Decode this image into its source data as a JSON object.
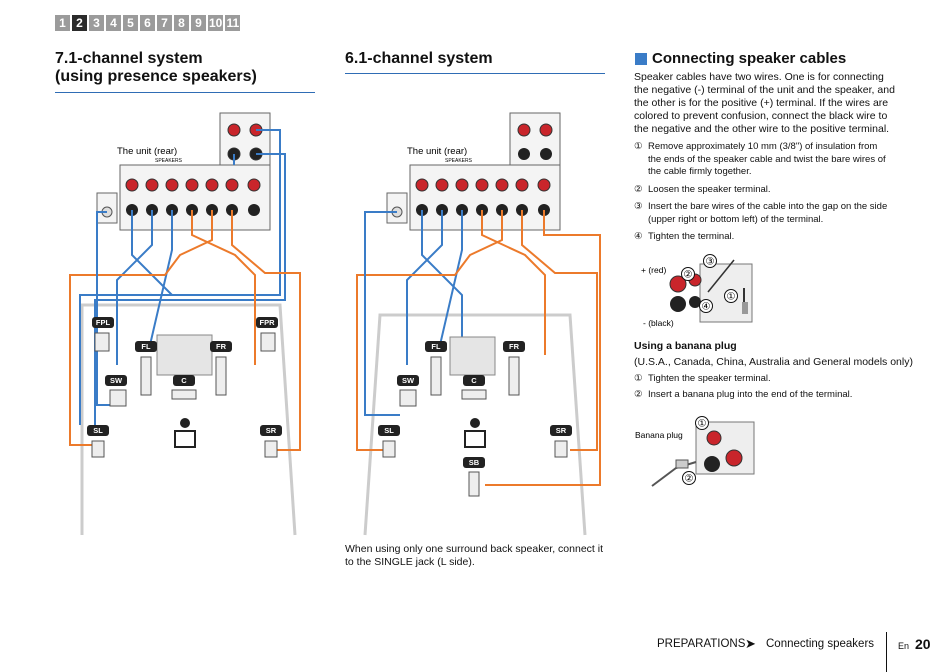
{
  "nav": {
    "tabs": [
      "1",
      "2",
      "3",
      "4",
      "5",
      "6",
      "7",
      "8",
      "9",
      "10",
      "11"
    ],
    "active_index": 1
  },
  "section_71": {
    "title_line1": "7.1-channel system",
    "title_line2": "(using presence speakers)",
    "unit_label": "The unit (rear)",
    "speakers_label": "SPEAKERS",
    "labels": [
      "FPL",
      "FPR",
      "FL",
      "FR",
      "SW",
      "C",
      "SL",
      "SR"
    ]
  },
  "section_61": {
    "title": "6.1-channel system",
    "unit_label": "The unit (rear)",
    "speakers_label": "SPEAKERS",
    "labels": [
      "FL",
      "FR",
      "SW",
      "C",
      "SL",
      "SR",
      "SB"
    ],
    "note_line1": "When using only one surround back speaker, connect it",
    "note_line2": "to the SINGLE jack (L side)."
  },
  "cables": {
    "title": "Connecting speaker cables",
    "intro_lines": [
      "Speaker cables have two wires. One is for connecting",
      "the negative (-) terminal of the unit and the speaker, and",
      "the other is for the positive (+) terminal. If the wires are",
      "colored to prevent confusion, connect the black wire to",
      "the negative and the other wire to the positive terminal."
    ],
    "steps": [
      {
        "num": "①",
        "lines": [
          "Remove approximately 10 mm (3/8\") of insulation from",
          "the ends of the speaker cable and twist the bare wires of",
          "the cable firmly together."
        ]
      },
      {
        "num": "②",
        "lines": [
          "Loosen the speaker terminal."
        ]
      },
      {
        "num": "③",
        "lines": [
          "Insert the bare wires of the cable into the gap on the side",
          "(upper right or bottom left) of the terminal."
        ]
      },
      {
        "num": "④",
        "lines": [
          "Tighten the terminal."
        ]
      }
    ],
    "fig1": {
      "red_label": "+ (red)",
      "black_label": "- (black)",
      "n1": "①",
      "n2": "②",
      "n3": "③",
      "n4": "④"
    },
    "banana": {
      "title": "Using a banana plug",
      "models": "(U.S.A., Canada, China, Australia and General models only)",
      "steps": [
        {
          "num": "①",
          "text": "Tighten the speaker terminal."
        },
        {
          "num": "②",
          "text": "Insert a banana plug into the end of the terminal."
        }
      ],
      "fig_label": "Banana plug",
      "n1": "①",
      "n2": "②"
    }
  },
  "footer": {
    "section": "PREPARATIONS",
    "arrow": "➤",
    "subsection": "Connecting speakers",
    "lang": "En",
    "page": "20"
  },
  "colors": {
    "blue": "#3a7cc7",
    "orange": "#ec7a2b",
    "heading_rule": "#2f6db5",
    "tab": "#9b9b9b",
    "tab_active": "#2b2b2b"
  }
}
